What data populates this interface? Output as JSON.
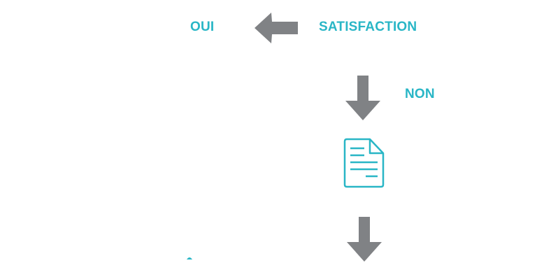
{
  "flowchart": {
    "satisfaction_label": "SATISFACTION",
    "yes_label": "OUI",
    "no_label": "NON"
  },
  "colors": {
    "accent": "#29b6c6",
    "arrow": "#808285",
    "background": "#ffffff"
  },
  "icons": {
    "document": "document-icon",
    "arrow_left": "arrow-left-icon",
    "arrow_down": "arrow-down-icon"
  }
}
